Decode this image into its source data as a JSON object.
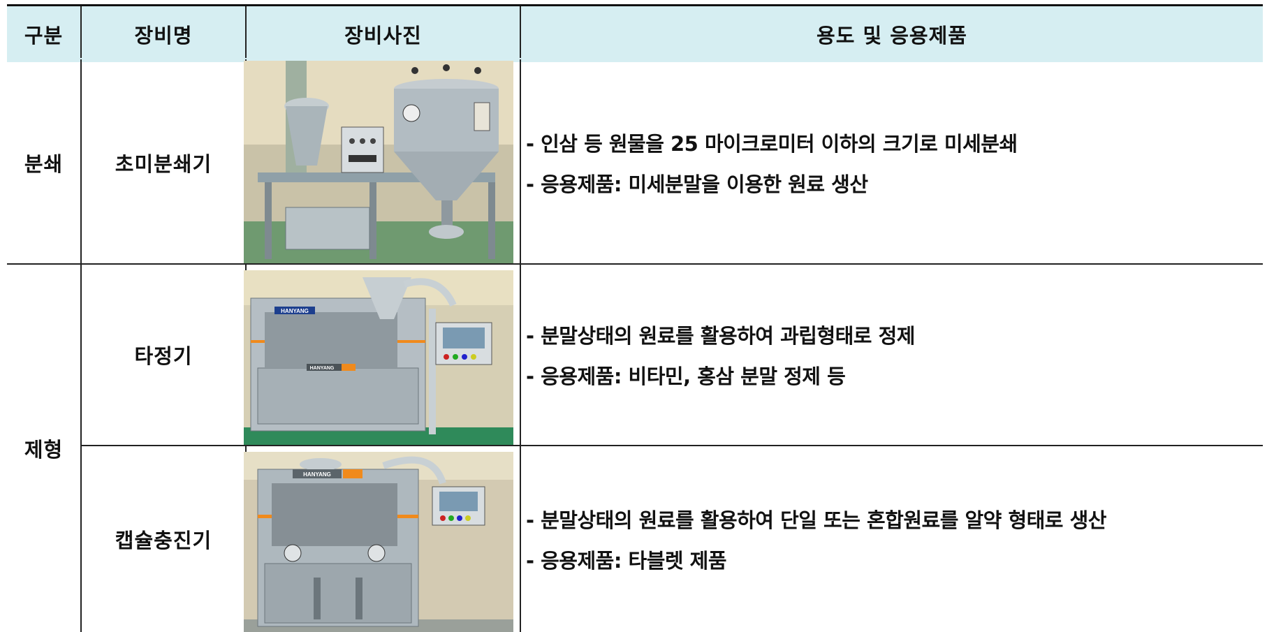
{
  "headers": {
    "category": "구분",
    "equipment_name": "장비명",
    "equipment_photo": "장비사진",
    "usage": "용도 및 응용제품"
  },
  "rows": [
    {
      "category": "분쇄",
      "name": "초미분쇄기",
      "lines": [
        "-  인삼 등 원물을 25 마이크로미터 이하의 크기로 미세분쇄",
        "-  응용제품: 미세분말을 이용한 원료 생산"
      ]
    },
    {
      "category": "제형",
      "name": "타정기",
      "lines": [
        "-  분말상태의 원료를 활용하여 과립형태로 정제",
        "-  응용제품: 비타민, 홍삼 분말 정제 등"
      ]
    },
    {
      "name": "캡슐충진기",
      "lines": [
        "- 분말상태의 원료를 활용하여 단일 또는 혼합원료를 알약 형태로 생산",
        "- 응용제품: 타블렛 제품"
      ]
    }
  ],
  "photo_labels": {
    "tablet_press_brand": "HANYANG",
    "tablet_press_label": "HANYANG",
    "capsule_filler_brand": "HANYANG"
  }
}
